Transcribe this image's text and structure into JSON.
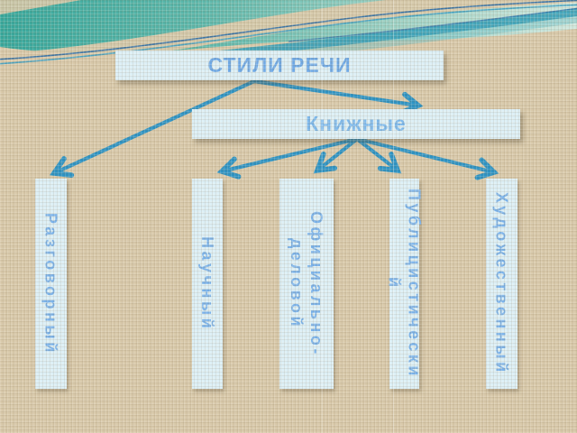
{
  "slide": {
    "title": "СТИЛИ РЕЧИ",
    "group_label": "Книжные",
    "pillars": [
      {
        "label": "Разговорный"
      },
      {
        "label": "Научный"
      },
      {
        "label": "Официально-деловой"
      },
      {
        "label": "Публицистический"
      },
      {
        "label": "Художественный"
      }
    ],
    "icons": {
      "wave": "wave-decoration",
      "arrows": "connector-arrow"
    },
    "colors": {
      "background_linen": "#d8c9aa",
      "box_fill": "#dceff6",
      "title_text": "#6fa9e6",
      "group_text": "#7cb8ec",
      "pillar_text": "#7ab2ea",
      "arrow": "#2d93c4",
      "wave_teal_left": "#3aa89e",
      "wave_teal_right": "#c8e4da",
      "wave_swoosh": "#2f9cb8",
      "wave_thin_line": "#2a6ba6"
    }
  }
}
